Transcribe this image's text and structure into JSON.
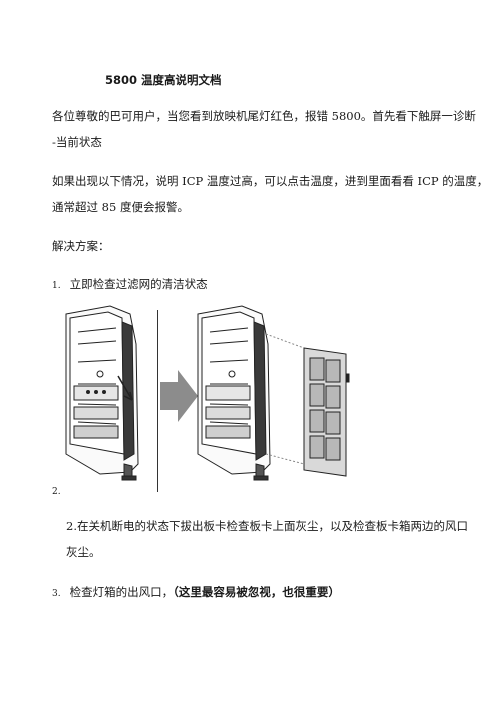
{
  "doc": {
    "title": "5800 温度高说明文档",
    "para1_line1": "各位尊敬的巴可用户，当您看到放映机尾灯红色，报错 5800。首先看下触屏一诊断",
    "para1_line2": "-当前状态",
    "para2_line1": "如果出现以下情况，说明 ICP 温度过高，可以点击温度，进到里面看看 ICP 的温度，",
    "para2_line2": "通常超过 85 度便会报警。",
    "solution_heading": "解决方案：",
    "step1_num": "1.",
    "step1_text": "立即检查过滤网的清洁状态",
    "step2_marker": "2.",
    "step2_line1": "2.在关机断电的状态下拔出板卡检查板卡上面灰尘，以及检查板卡箱两边的风口",
    "step2_line2": "灰尘。",
    "step3_num": "3.",
    "step3_text": "检查灯箱的出风口，",
    "step3_emphasis": "（这里最容易被忽视，也很重要）"
  }
}
